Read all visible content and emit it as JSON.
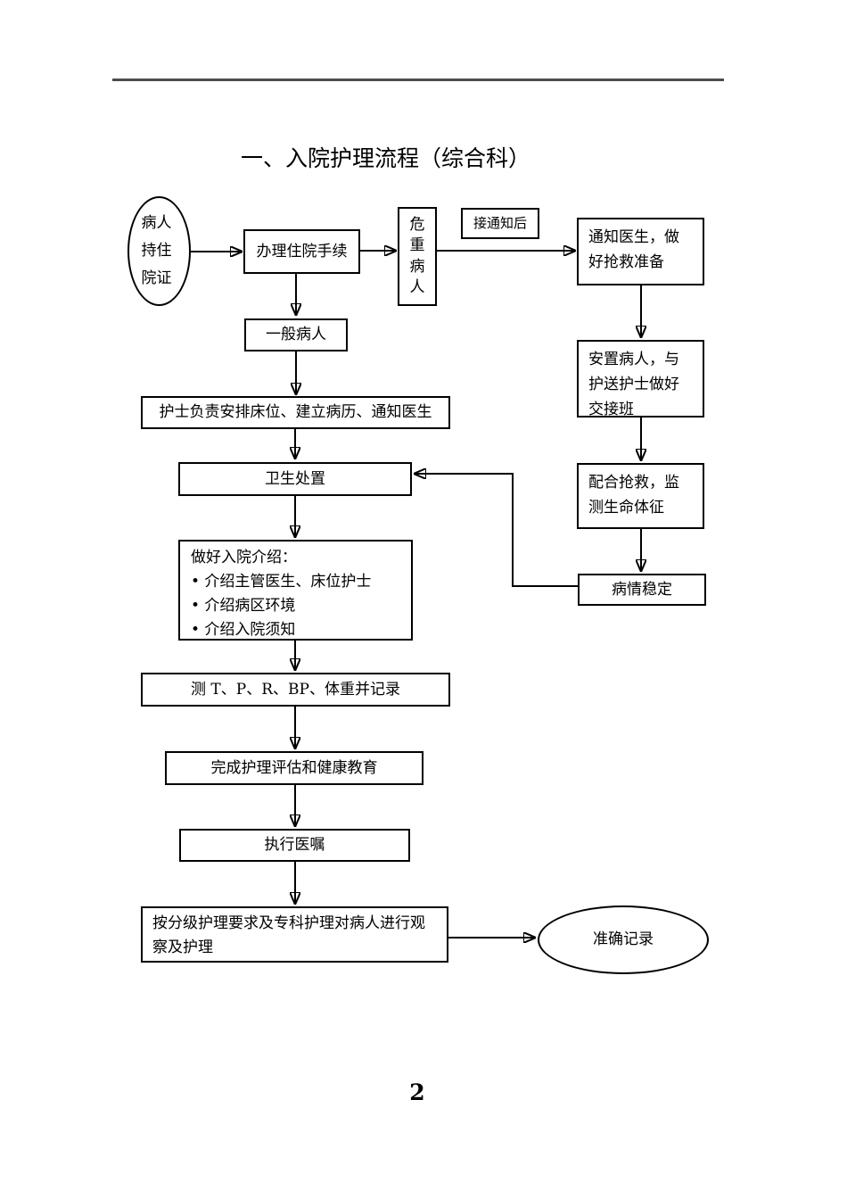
{
  "page": {
    "title": "一、入院护理流程（综合科）",
    "page_number": "2"
  },
  "flowchart": {
    "start": "病人持住院证",
    "register": "办理住院手续",
    "critical": "危重病人",
    "after_notice": "接通知后",
    "notify_doctor": "通知医生，做好抢救准备",
    "general": "一般病人",
    "settle": "安置病人，与护送护士做好交接班",
    "nurse_arrange": "护士负责安排床位、建立病历、通知医生",
    "hygiene": "卫生处置",
    "rescue": "配合抢救，监测生命体征",
    "intro_title": "做好入院介绍：",
    "intro_items": [
      "• 介绍主管医生、床位护士",
      "• 介绍病区环境",
      "• 介绍入院须知"
    ],
    "stable": "病情稳定",
    "measure": "测 T、P、R、BP、体重并记录",
    "assessment": "完成护理评估和健康教育",
    "orders": "执行医嘱",
    "graded_care": "按分级护理要求及专科护理对病人进行观察及护理",
    "record": "准确记录"
  }
}
